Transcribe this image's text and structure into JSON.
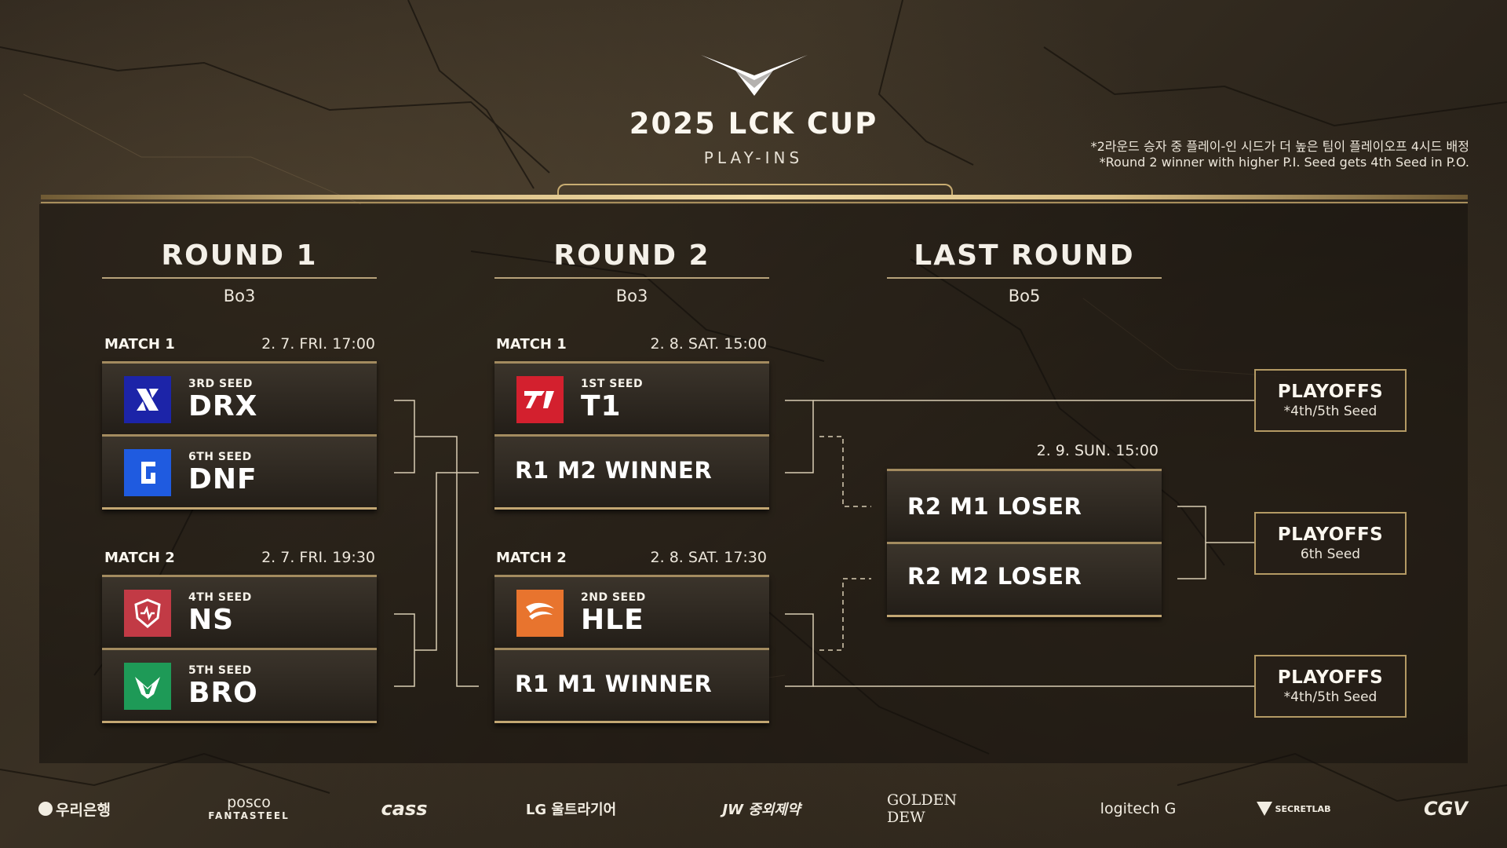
{
  "header": {
    "title": "2025 LCK CUP",
    "subtitle": "PLAY-INS",
    "note_ko": "*2라운드 승자 중 플레이-인 시드가 더 높은 팀이 플레이오프 4시드 배정",
    "note_en": "*Round 2 winner with higher P.I. Seed gets 4th Seed in P.O."
  },
  "rounds": [
    {
      "title": "ROUND 1",
      "format": "Bo3"
    },
    {
      "title": "ROUND 2",
      "format": "Bo3"
    },
    {
      "title": "LAST ROUND",
      "format": "Bo5"
    }
  ],
  "round1": {
    "match1": {
      "label": "MATCH 1",
      "date": "2. 7. FRI. 17:00",
      "teams": [
        {
          "seed": "3RD SEED",
          "name": "DRX",
          "logo": "drx-logo",
          "color": "#1c24a8"
        },
        {
          "seed": "6TH SEED",
          "name": "DNF",
          "logo": "dnf-logo",
          "color": "#1f5be0"
        }
      ]
    },
    "match2": {
      "label": "MATCH 2",
      "date": "2. 7. FRI. 19:30",
      "teams": [
        {
          "seed": "4TH SEED",
          "name": "NS",
          "logo": "ns-logo",
          "color": "#c23a45"
        },
        {
          "seed": "5TH SEED",
          "name": "BRO",
          "logo": "bro-logo",
          "color": "#1e9a57"
        }
      ]
    }
  },
  "round2": {
    "match1": {
      "label": "MATCH 1",
      "date": "2. 8. SAT. 15:00",
      "team": {
        "seed": "1ST SEED",
        "name": "T1",
        "logo": "t1-logo",
        "color": "#d3202e"
      },
      "opponent": "R1 M2 WINNER"
    },
    "match2": {
      "label": "MATCH 2",
      "date": "2. 8. SAT. 17:30",
      "team": {
        "seed": "2ND SEED",
        "name": "HLE",
        "logo": "hle-logo",
        "color": "#e8742e"
      },
      "opponent": "R1 M1 WINNER"
    }
  },
  "last_round": {
    "date": "2. 9. SUN. 15:00",
    "slots": [
      "R2 M1 LOSER",
      "R2 M2 LOSER"
    ]
  },
  "playoffs": [
    {
      "label": "PLAYOFFS",
      "seed": "*4th/5th Seed"
    },
    {
      "label": "PLAYOFFS",
      "seed": "6th Seed"
    },
    {
      "label": "PLAYOFFS",
      "seed": "*4th/5th Seed"
    }
  ],
  "sponsors": [
    "우리은행",
    "posco",
    "FANTASTEEL",
    "cass",
    "LG 울트라기어",
    "JW 중외제약",
    "GOLDEN DEW",
    "logitech G",
    "SECRETLAB",
    "CGV"
  ],
  "colors": {
    "gold": "#c2a672",
    "background": "#2a231b"
  }
}
